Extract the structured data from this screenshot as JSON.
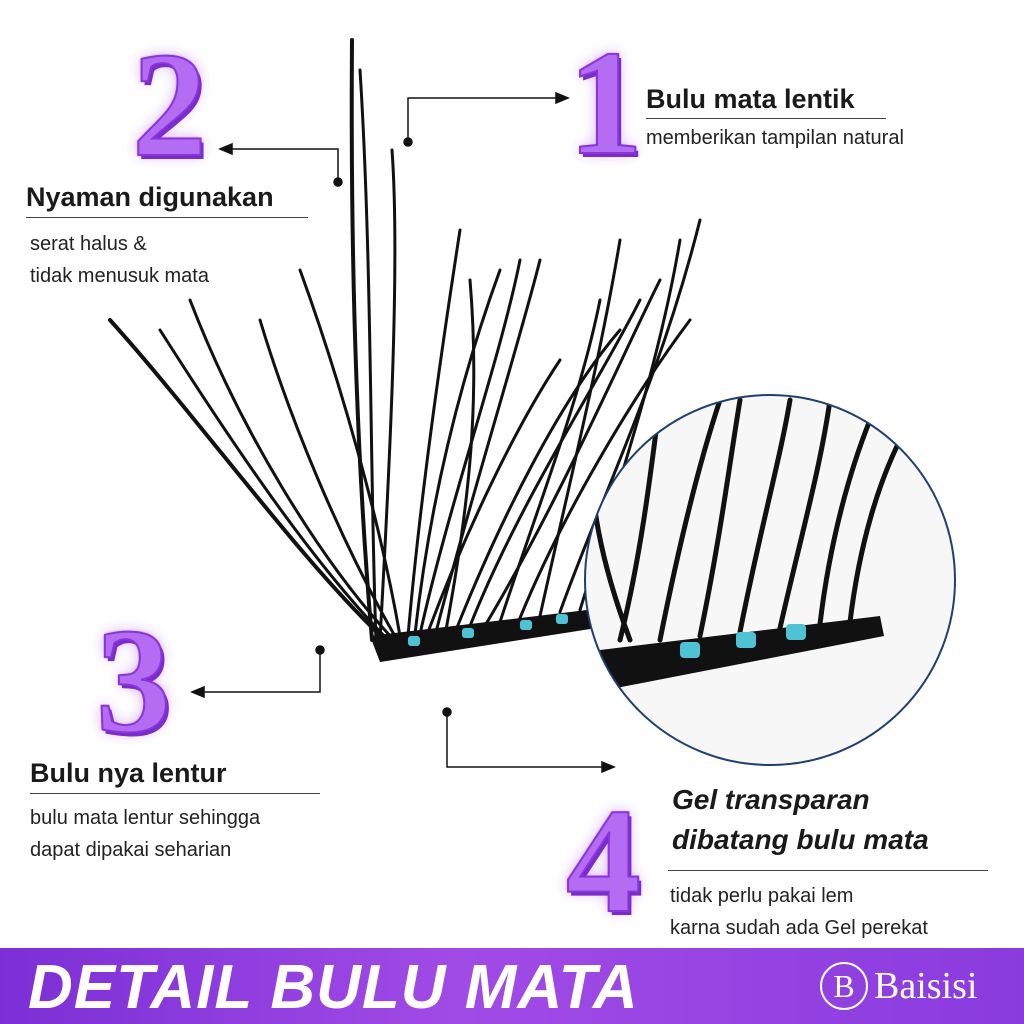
{
  "features": [
    {
      "number": "1",
      "title": "Bulu mata lentik",
      "lines": [
        "memberikan tampilan natural"
      ]
    },
    {
      "number": "2",
      "title": "Nyaman digunakan",
      "lines": [
        "serat halus &",
        "tidak menusuk mata"
      ]
    },
    {
      "number": "3",
      "title": "Bulu nya lentur",
      "lines": [
        "bulu mata lentur sehingga",
        "dapat dipakai seharian"
      ]
    },
    {
      "number": "4",
      "title_lines": [
        "Gel transparan",
        "dibatang bulu mata"
      ],
      "lines": [
        "tidak perlu pakai lem",
        "karna sudah ada Gel perekat"
      ]
    }
  ],
  "banner": {
    "title": "DETAIL BULU MATA",
    "brand_mark": "B",
    "brand_name": "Baisisi"
  },
  "colors": {
    "number_purple": "#b36cf2",
    "banner_purple": "#8a3bde",
    "gel_blue": "#4fc3d6"
  }
}
